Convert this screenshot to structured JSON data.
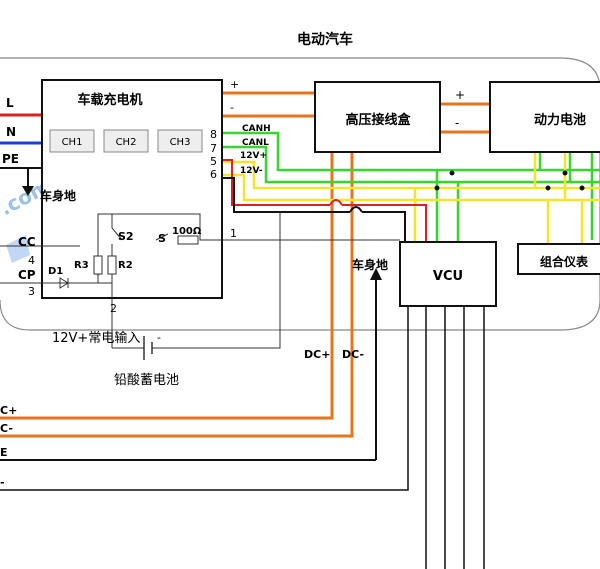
{
  "title": "电动汽车",
  "colors": {
    "ac_l": "#e02020",
    "ac_n": "#1a3fd4",
    "orange": "#e8741e",
    "yellow": "#f2e52a",
    "green": "#37d62a",
    "red": "#e02020",
    "ground": "#111111"
  },
  "blocks": {
    "charger": "车载充电机",
    "channels": [
      "CH1",
      "CH2",
      "CH3"
    ],
    "hv_box": "高压接线盒",
    "battery": "动力电池",
    "vcu": "VCU",
    "cluster": "组合仪表"
  },
  "inputs": {
    "l": "L",
    "n": "N",
    "pe": "PE",
    "cc": "CC",
    "cp": "CP",
    "cc_pin": "4",
    "cp_pin": "3"
  },
  "charger_pins": {
    "plus": "+",
    "minus": "-",
    "p8": "8",
    "p7": "7",
    "p5": "5",
    "p6": "6",
    "p1": "1",
    "p2": "2"
  },
  "signals": {
    "canh": "CANH",
    "canl": "CANL",
    "v12p": "12V+",
    "v12m": "12V-"
  },
  "components": {
    "s2": "S2",
    "s": "S",
    "r": "100Ω",
    "r3": "R3",
    "r2": "R2",
    "d1": "D1"
  },
  "labels": {
    "chassis_ground_1": "车身地",
    "chassis_ground_2": "车身地",
    "dc_plus": "DC+",
    "dc_minus": "DC-",
    "hv_plus": "+",
    "hv_minus": "-",
    "constant_12v": "12V+常电输入",
    "bat_minus": "-",
    "lead_acid": "铅酸蓄电池"
  },
  "left_edge_labels": [
    "C+",
    "C-",
    "E",
    "-"
  ],
  "watermark": {
    "com": ".com",
    "tai": "台"
  }
}
